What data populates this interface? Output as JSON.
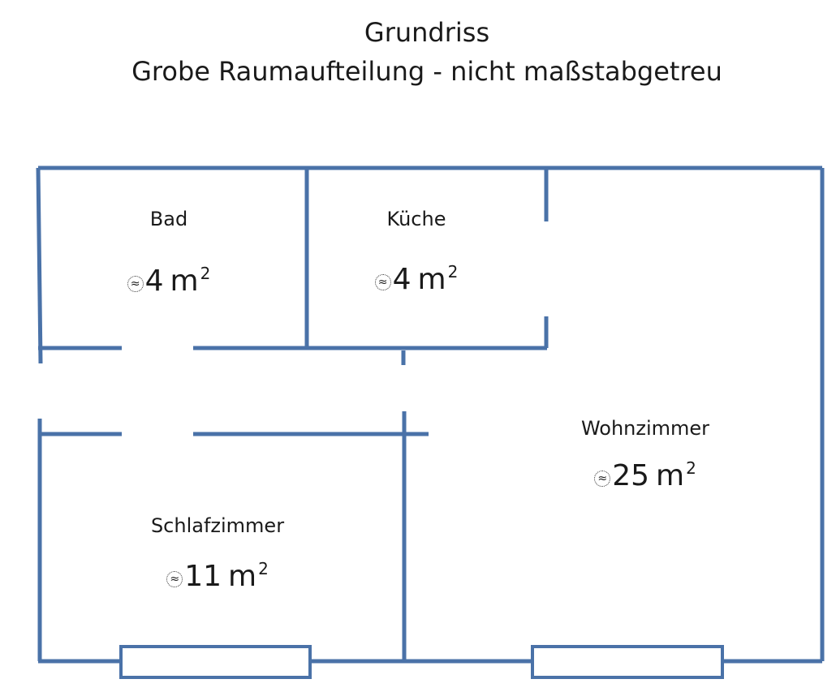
{
  "title": {
    "line1": "Grundriss",
    "line2": "Grobe Raumaufteilung - nicht maßstabgetreu"
  },
  "wall_color": "#4a72a8",
  "rooms": {
    "bad": {
      "name": "Bad",
      "area": "4",
      "unit": "m",
      "exponent": "2"
    },
    "kueche": {
      "name": "Küche",
      "area": "4",
      "unit": "m",
      "exponent": "2"
    },
    "wohnzimmer": {
      "name": "Wohnzimmer",
      "area": "25",
      "unit": "m",
      "exponent": "2"
    },
    "schlafzimmer": {
      "name": "Schlafzimmer",
      "area": "11",
      "unit": "m",
      "exponent": "2"
    }
  }
}
